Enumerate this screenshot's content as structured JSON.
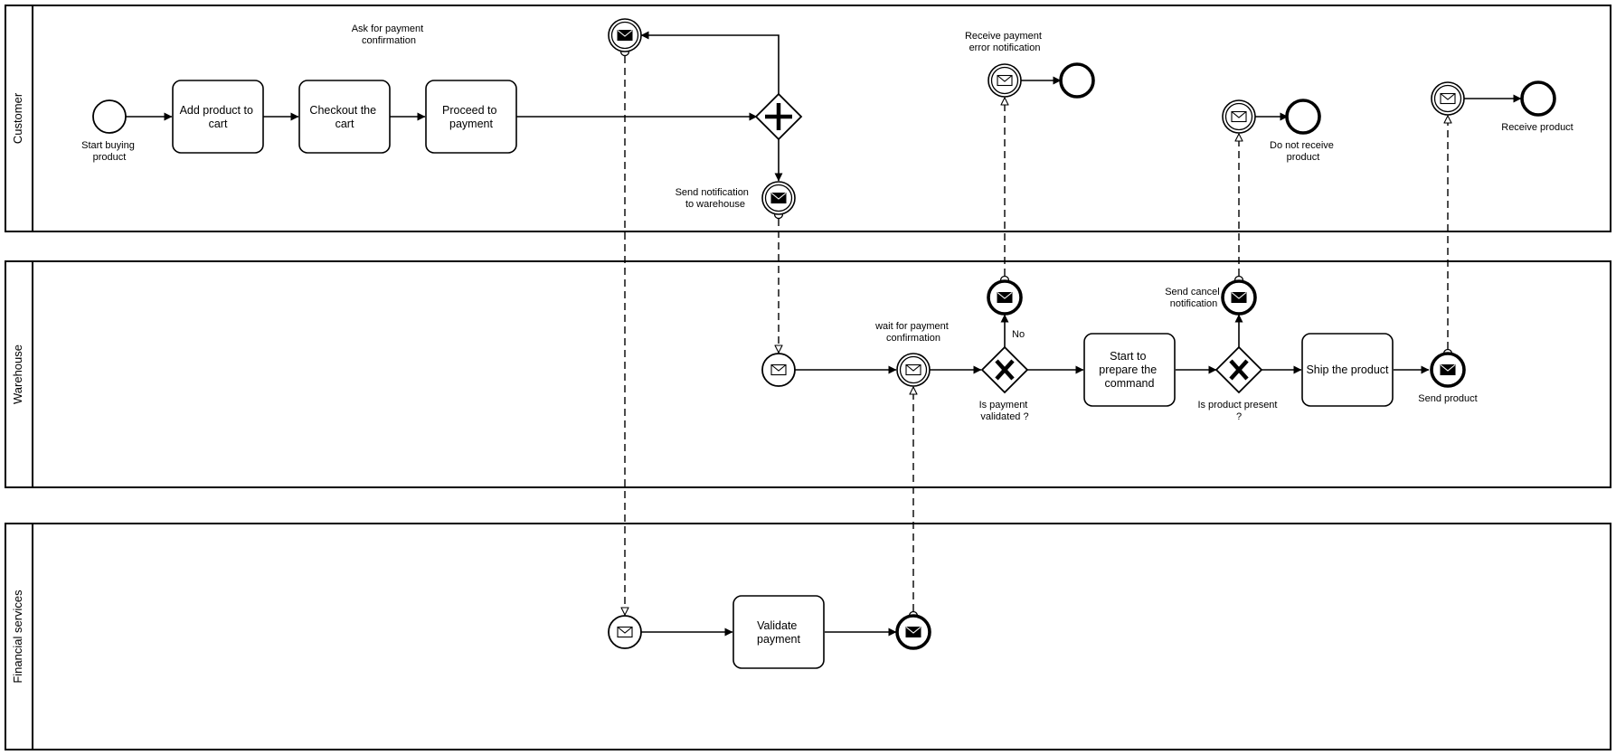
{
  "lanes": [
    {
      "id": "customer",
      "label": "Customer"
    },
    {
      "id": "warehouse",
      "label": "Warehouse"
    },
    {
      "id": "financial",
      "label": "Financial services"
    }
  ],
  "tasks": [
    {
      "id": "add-product",
      "lines": [
        "Add product to",
        "cart"
      ]
    },
    {
      "id": "checkout",
      "lines": [
        "Checkout the",
        "cart"
      ]
    },
    {
      "id": "proceed-payment",
      "lines": [
        "Proceed to",
        "payment"
      ]
    },
    {
      "id": "prepare-command",
      "lines": [
        "Start to",
        "prepare the",
        "command"
      ]
    },
    {
      "id": "ship-product",
      "lines": [
        "Ship the product"
      ]
    },
    {
      "id": "validate-payment",
      "lines": [
        "Validate",
        "payment"
      ]
    }
  ],
  "event_labels": [
    {
      "id": "start-buying",
      "lines": [
        "Start buying",
        "product"
      ]
    },
    {
      "id": "ask-confirmation",
      "lines": [
        "Ask for payment",
        "confirmation"
      ]
    },
    {
      "id": "send-notification-warehouse",
      "lines": [
        "Send notification",
        "to warehouse"
      ]
    },
    {
      "id": "receive-error",
      "lines": [
        "Receive payment",
        "error notification"
      ]
    },
    {
      "id": "do-not-receive",
      "lines": [
        "Do not receive",
        "product"
      ]
    },
    {
      "id": "receive-product",
      "lines": [
        "Receive product"
      ]
    },
    {
      "id": "wait-confirmation",
      "lines": [
        "wait for payment",
        "confirmation"
      ]
    },
    {
      "id": "payment-validated",
      "lines": [
        "Is payment",
        "validated ?"
      ]
    },
    {
      "id": "send-cancel",
      "lines": [
        "Send cancel",
        "notification"
      ]
    },
    {
      "id": "product-present",
      "lines": [
        "Is product present",
        "?"
      ]
    },
    {
      "id": "send-product",
      "lines": [
        "Send product"
      ]
    },
    {
      "id": "no-branch",
      "lines": [
        "No"
      ]
    }
  ],
  "icons": {
    "message": "envelope-icon",
    "parallel_gateway": "plus-icon",
    "exclusive_gateway": "x-icon"
  }
}
